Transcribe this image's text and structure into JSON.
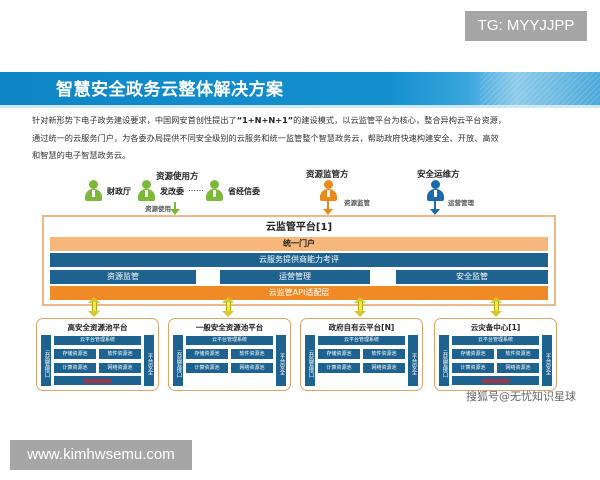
{
  "overlays": {
    "tg_badge": "TG: MYYJJPP",
    "site_badge": "www.kimhwsemu.com",
    "watermark": "搜狐号@无忧知识星球"
  },
  "header": {
    "title": "智慧安全政务云整体解决方案"
  },
  "intro": {
    "line1_pre": "针对新形势下电子政务建设要求，中国网安首创性提出了",
    "line1_bold": "“1+N+N+1”",
    "line1_post": "的建设模式，以云监管平台为核心，整合异构云平台资源，",
    "line2": "通过统一的云服务门户，为各委办局提供不同安全级别的云服务和统一监管整个智慧政务云，帮助政府快速构建安全、开放、高效",
    "line3": "和智慧的电子智慧政务云。"
  },
  "actors": {
    "consumers": {
      "title": "资源使用方",
      "members": [
        "财政厅",
        "发改委",
        "省经信委"
      ],
      "ellipsis": "……",
      "flow_label": "资源使用",
      "color": "#7cb83a"
    },
    "supervisor": {
      "title": "资源监管方",
      "flow_label": "资源监管",
      "color": "#e88a1e"
    },
    "operator": {
      "title": "安全运维方",
      "flow_label": "运营管理",
      "color": "#1a6aad"
    }
  },
  "platform": {
    "title": "云监管平台[1]",
    "portal": "统一门户",
    "evaluation": "云服务提供商能力考评",
    "segments": [
      "资源监管",
      "运营管理",
      "安全监管"
    ],
    "api_layer": "云监管API适配层"
  },
  "pools": [
    {
      "title": "高安全资源池平台",
      "side_left": "云监管接口",
      "side_right": "平台安全",
      "mgmt": "云平台管理系统",
      "cells": [
        "存储资源池",
        "软件资源池",
        "计算资源池",
        "网络资源池"
      ],
      "has_red_label": true
    },
    {
      "title": "一般安全资源池平台",
      "side_left": "云监管接口",
      "side_right": "平台安全",
      "mgmt": "云平台管理系统",
      "cells": [
        "存储资源池",
        "软件资源池",
        "计算资源池",
        "网络资源池"
      ],
      "has_red_label": false
    },
    {
      "title": "政府自有云平台[N]",
      "side_left": "云监管接口",
      "side_right": "平台安全",
      "mgmt": "云平台管理系统",
      "cells": [
        "存储资源池",
        "软件资源池",
        "计算资源池",
        "网络资源池"
      ],
      "has_red_label": false
    },
    {
      "title": "云灾备中心[1]",
      "side_left": "云监管接口",
      "side_right": "平台安全",
      "mgmt": "云平台管理系统",
      "cells": [
        "存储资源池",
        "软件资源池",
        "计算资源池",
        "网络资源池"
      ],
      "has_red_label": true
    }
  ],
  "colors": {
    "header_blue": "#1490cf",
    "navy_band": "#1e6390",
    "portal_orange_light": "#f7b77a",
    "api_orange": "#ef8a26",
    "frame_border": "#e9b98c",
    "arrow_yellow": "#f5e94a"
  }
}
